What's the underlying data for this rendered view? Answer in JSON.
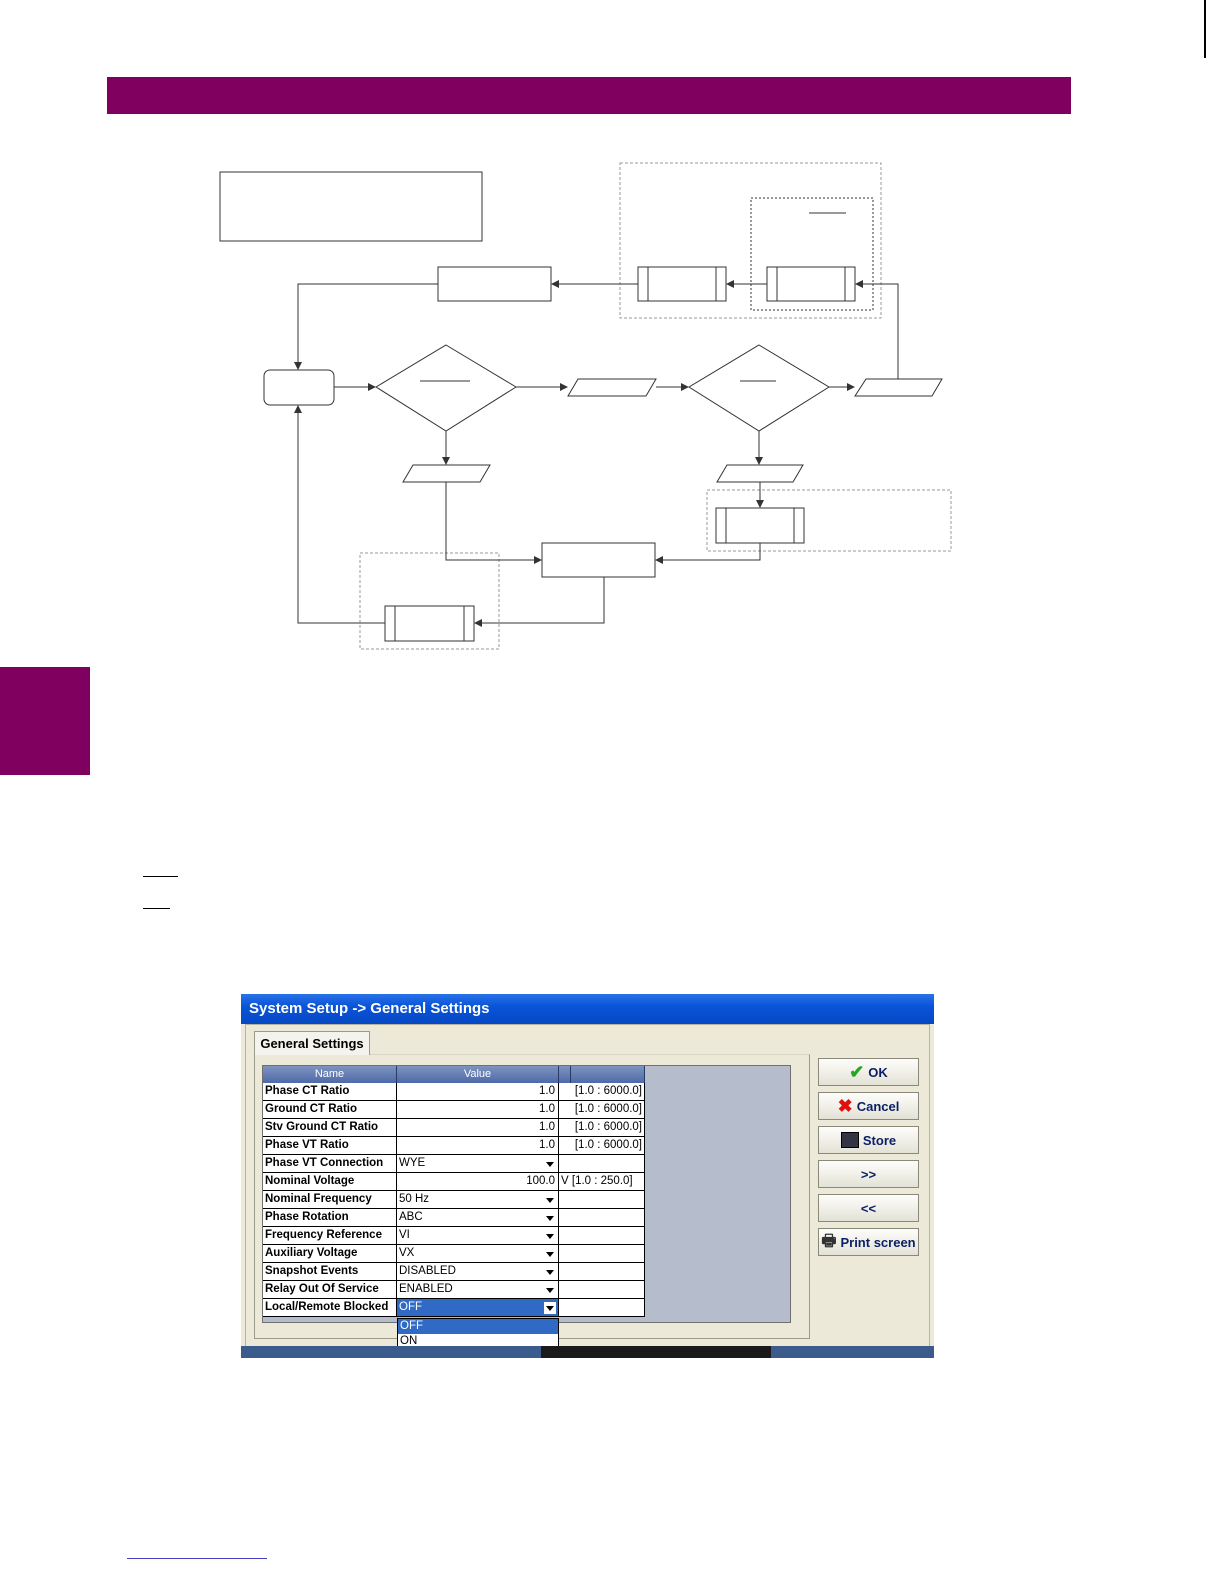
{
  "dialog": {
    "title": "System Setup -> General Settings",
    "tab_label": "General Settings",
    "columns": {
      "name": "Name",
      "value": "Value"
    },
    "rows": [
      {
        "name": "Phase CT Ratio",
        "value": "1.0",
        "range": "[1.0 : 6000.0]"
      },
      {
        "name": "Ground CT Ratio",
        "value": "1.0",
        "range": "[1.0 : 6000.0]"
      },
      {
        "name": "Stv Ground CT Ratio",
        "value": "1.0",
        "range": "[1.0 : 6000.0]"
      },
      {
        "name": "Phase VT Ratio",
        "value": "1.0",
        "range": "[1.0 : 6000.0]"
      },
      {
        "name": "Phase VT Connection",
        "value": "WYE",
        "range": ""
      },
      {
        "name": "Nominal Voltage",
        "value": "100.0",
        "unit": "V",
        "range": "[1.0 : 250.0]"
      },
      {
        "name": "Nominal Frequency",
        "value": "50 Hz",
        "range": ""
      },
      {
        "name": "Phase Rotation",
        "value": "ABC",
        "range": ""
      },
      {
        "name": "Frequency Reference",
        "value": "VI",
        "range": ""
      },
      {
        "name": "Auxiliary Voltage",
        "value": "VX",
        "range": ""
      },
      {
        "name": "Snapshot Events",
        "value": "DISABLED",
        "range": ""
      },
      {
        "name": "Relay Out Of Service",
        "value": "ENABLED",
        "range": ""
      },
      {
        "name": "Local/Remote Blocked",
        "value": "OFF",
        "range": ""
      }
    ],
    "dropdown_options": [
      "OFF",
      "ON"
    ],
    "buttons": {
      "ok": "OK",
      "cancel": "Cancel",
      "store": "Store",
      "next": ">>",
      "prev": "<<",
      "print": "Print screen"
    }
  },
  "icons": {
    "ok": "checkmark-icon",
    "cancel": "red-x-icon",
    "store": "store-disk-icon",
    "print": "printer-icon"
  },
  "colors": {
    "accent_bar": "#800060",
    "title_bar": "#0a54d8",
    "grid_header": "#4e6aa8",
    "selection": "#316ac5"
  }
}
